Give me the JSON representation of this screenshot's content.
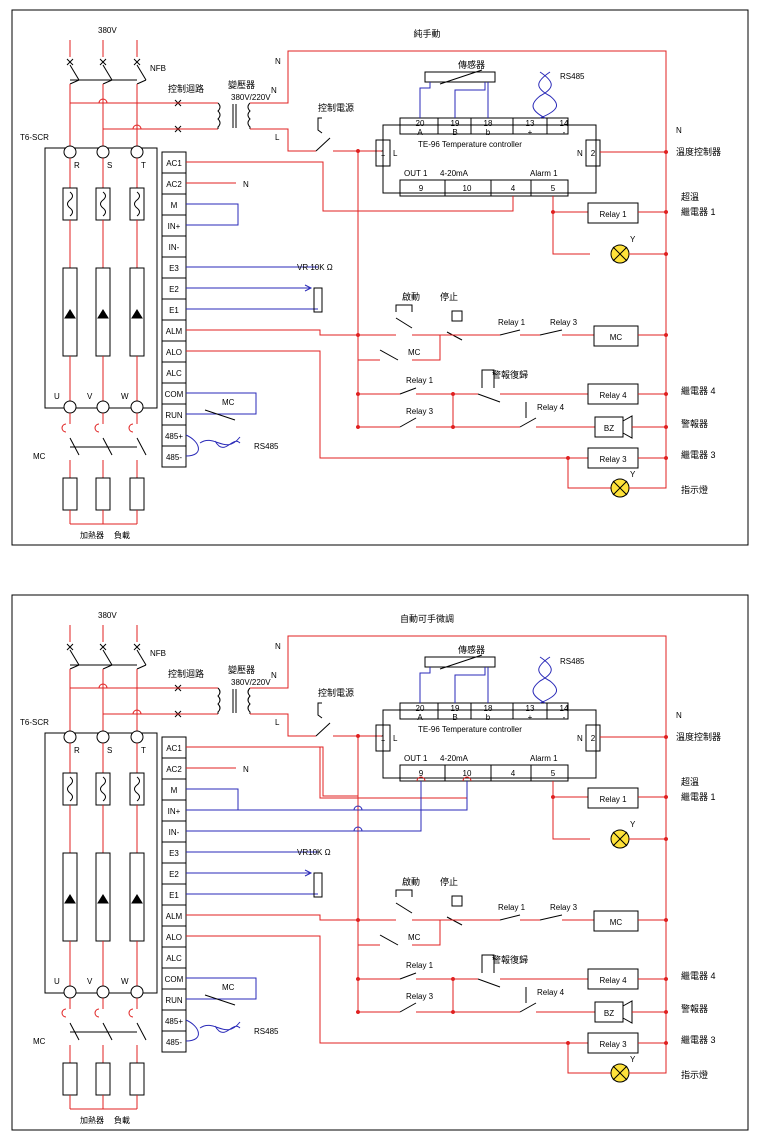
{
  "diagrams": [
    {
      "title": "純手動",
      "supply": "380V",
      "nfb": "NFB",
      "control_circuit": "控制迴路",
      "transformer": "變壓器",
      "transformer_rating": "380V/220V",
      "control_power": "控制電源",
      "scr_label": "T6-SCR",
      "phases": [
        "R",
        "S",
        "T"
      ],
      "outputs": [
        "U",
        "V",
        "W"
      ],
      "terminals": [
        "AC1",
        "AC2",
        "M",
        "IN+",
        "IN-",
        "E3",
        "E2",
        "E1",
        "ALM",
        "ALO",
        "ALC",
        "COM",
        "RUN",
        "485+",
        "485-"
      ],
      "sensor": "傳感器",
      "rs485": "RS485",
      "controller_name": "TE-96  Temperature controller",
      "ctrl_terms_top": [
        "20",
        "19",
        "18",
        "13",
        "14"
      ],
      "ctrl_terms_sub": [
        "A",
        "B",
        "b",
        "+",
        "-"
      ],
      "ctrl_terms_bottom": [
        "9",
        "10",
        "4",
        "5"
      ],
      "out_label": "OUT 1",
      "out_signal": "4-20mA",
      "alarm_label": "Alarm 1",
      "ctrl_left": "1",
      "ctrl_left_l": "L",
      "ctrl_right": "2",
      "ctrl_right_n": "N",
      "line_n": "N",
      "line_l": "L",
      "ac2_n": "N",
      "vr": "VR 10K Ω",
      "start": "啟動",
      "stop": "停止",
      "mc": "MC",
      "relay1": "Relay  1",
      "relay3": "Relay  3",
      "relay4": "Relay  4",
      "reset": "警報復歸",
      "bz": "BZ",
      "lamp_y": "Y",
      "right_labels": [
        "溫度控制器",
        "超溫",
        "繼電器 1",
        "繼電器 4",
        "警報器",
        "繼電器 3",
        "指示燈"
      ],
      "load_labels": [
        "加熱器",
        "負載"
      ]
    },
    {
      "title": "自動可手微調",
      "supply": "380V",
      "nfb": "NFB",
      "control_circuit": "控制迴路",
      "transformer": "變壓器",
      "transformer_rating": "380V/220V",
      "control_power": "控制電源",
      "scr_label": "T6-SCR",
      "phases": [
        "R",
        "S",
        "T"
      ],
      "outputs": [
        "U",
        "V",
        "W"
      ],
      "terminals": [
        "AC1",
        "AC2",
        "M",
        "IN+",
        "IN-",
        "E3",
        "E2",
        "E1",
        "ALM",
        "ALO",
        "ALC",
        "COM",
        "RUN",
        "485+",
        "485-"
      ],
      "sensor": "傳感器",
      "rs485": "RS485",
      "controller_name": "TE-96  Temperature controller",
      "ctrl_terms_top": [
        "20",
        "19",
        "18",
        "13",
        "14"
      ],
      "ctrl_terms_sub": [
        "A",
        "B",
        "b",
        "+",
        "-"
      ],
      "ctrl_terms_bottom": [
        "9",
        "10",
        "4",
        "5"
      ],
      "out_label": "OUT 1",
      "out_signal": "4-20mA",
      "alarm_label": "Alarm 1",
      "ctrl_left": "1",
      "ctrl_left_l": "L",
      "ctrl_right": "2",
      "ctrl_right_n": "N",
      "line_n": "N",
      "line_l": "L",
      "ac2_n": "N",
      "vr": "VR10K Ω",
      "start": "啟動",
      "stop": "停止",
      "mc": "MC",
      "relay1": "Relay  1",
      "relay3": "Relay  3",
      "relay4": "Relay  4",
      "reset": "警報復歸",
      "bz": "BZ",
      "lamp_y": "Y",
      "right_labels": [
        "溫度控制器",
        "超溫",
        "繼電器 1",
        "繼電器 4",
        "警報器",
        "繼電器 3",
        "指示燈"
      ],
      "load_labels": [
        "加熱器",
        "負載"
      ]
    }
  ],
  "colors": {
    "red": "#e02020",
    "blue": "#2a2ab8",
    "black": "#000000",
    "lamp": "#ffe23a"
  }
}
